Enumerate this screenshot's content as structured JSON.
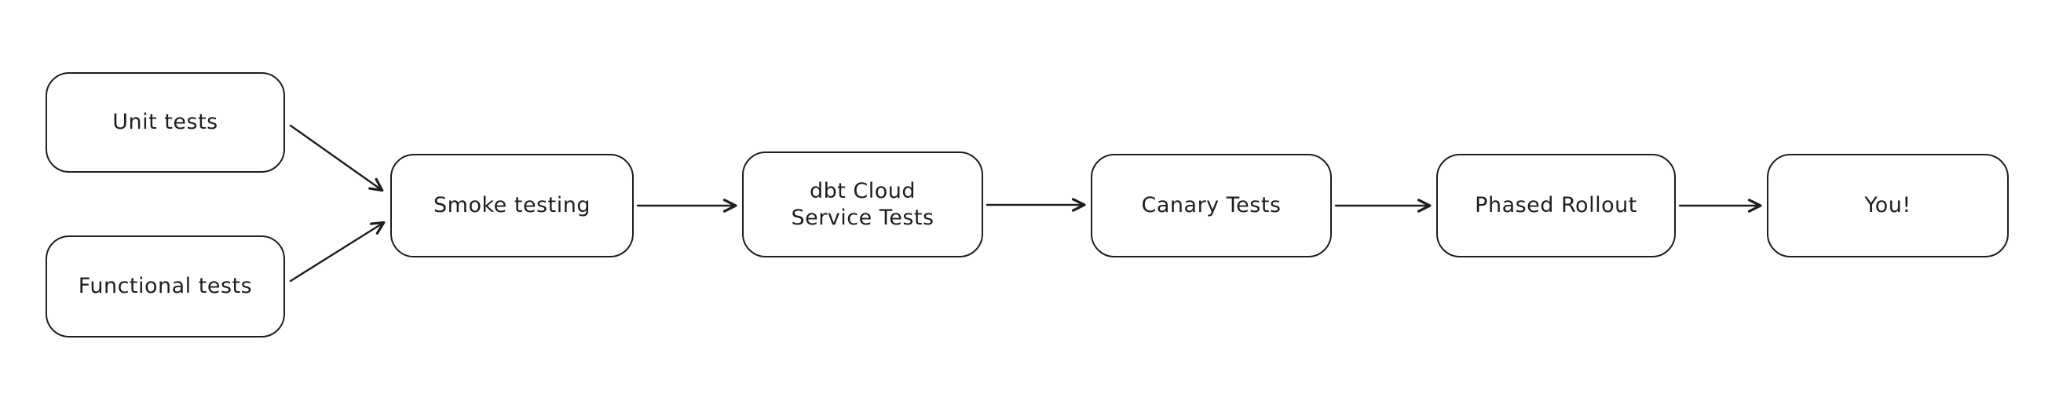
{
  "diagram": {
    "background_color": "#ffffff",
    "stroke_color": "#1e1e1e",
    "nodes": {
      "unit_tests": {
        "label": "Unit tests"
      },
      "functional_tests": {
        "label": "Functional tests"
      },
      "smoke_testing": {
        "label": "Smoke testing"
      },
      "dbt_cloud": {
        "label": "dbt Cloud\nService Tests"
      },
      "canary_tests": {
        "label": "Canary Tests"
      },
      "phased_rollout": {
        "label": "Phased Rollout"
      },
      "you": {
        "label": "You!"
      }
    },
    "edges": [
      {
        "from": "unit_tests",
        "to": "smoke_testing"
      },
      {
        "from": "functional_tests",
        "to": "smoke_testing"
      },
      {
        "from": "smoke_testing",
        "to": "dbt_cloud"
      },
      {
        "from": "dbt_cloud",
        "to": "canary_tests"
      },
      {
        "from": "canary_tests",
        "to": "phased_rollout"
      },
      {
        "from": "phased_rollout",
        "to": "you"
      }
    ]
  }
}
